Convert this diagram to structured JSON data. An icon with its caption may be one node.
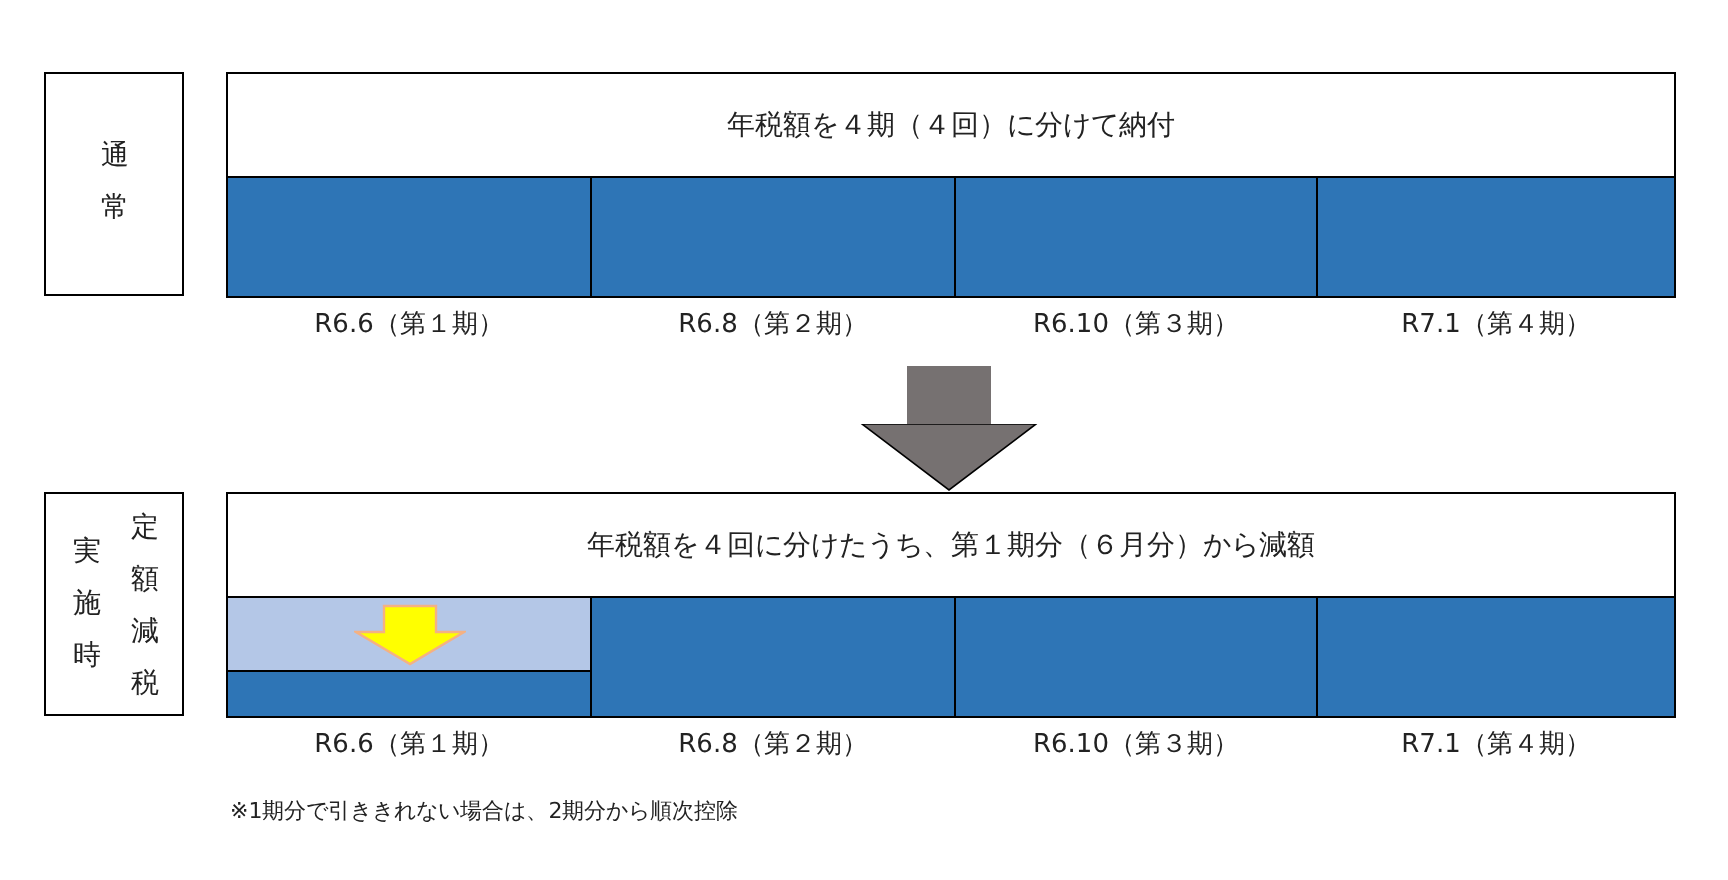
{
  "diagram": {
    "nodes": [
      {
        "text": [
          "通常"
        ]
      },
      {
        "text": [
          "年税額を４期（４回）に分けて納付"
        ]
      },
      {
        "text": [],
        "shape": "bar",
        "beside": [
          "R6.6（第１期）"
        ]
      },
      {
        "text": [],
        "shape": "bar",
        "beside": [
          "R6.8（第２期）"
        ]
      },
      {
        "text": [],
        "shape": "bar",
        "beside": [
          "R6.10（第３期）"
        ]
      },
      {
        "text": [],
        "shape": "bar",
        "beside": [
          "R7.1（第４期）"
        ]
      },
      {
        "text": [
          "実施時",
          "定額減税"
        ]
      },
      {
        "text": [
          "年税額を４回に分けたうち、第１期分（６月分）から減額"
        ]
      },
      {
        "text": [],
        "shape": "bar",
        "beside": [
          "R6.6（第１期）"
        ]
      },
      {
        "text": [],
        "shape": "bar",
        "beside": [
          "R6.8（第２期）"
        ]
      },
      {
        "text": [],
        "shape": "bar",
        "beside": [
          "R6.10（第３期）"
        ]
      },
      {
        "text": [],
        "shape": "bar",
        "beside": [
          "R7.1（第４期）"
        ]
      }
    ],
    "edges": [
      {
        "from": null,
        "to": 7,
        "arrow": "to",
        "color": "#767171"
      }
    ],
    "labels": [
      "※1期分で引ききれない場合は、2期分から順次控除"
    ]
  }
}
